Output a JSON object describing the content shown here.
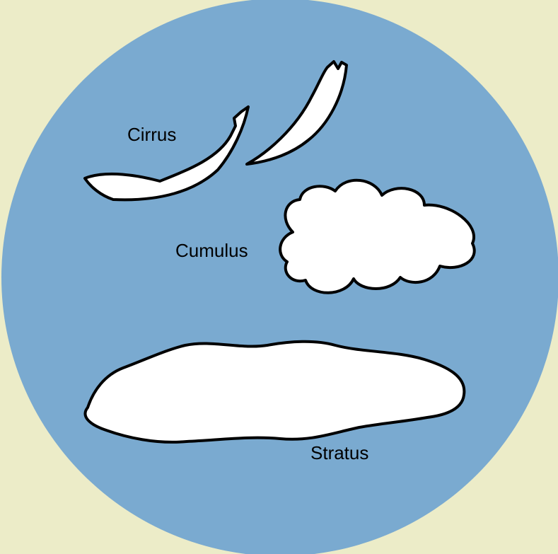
{
  "colors": {
    "background": "#ececc8",
    "sky": "#7aaad0",
    "cloud_fill": "#ffffff",
    "outline": "#000000"
  },
  "labels": {
    "cirrus": "Cirrus",
    "cumulus": "Cumulus",
    "stratus": "Stratus"
  }
}
